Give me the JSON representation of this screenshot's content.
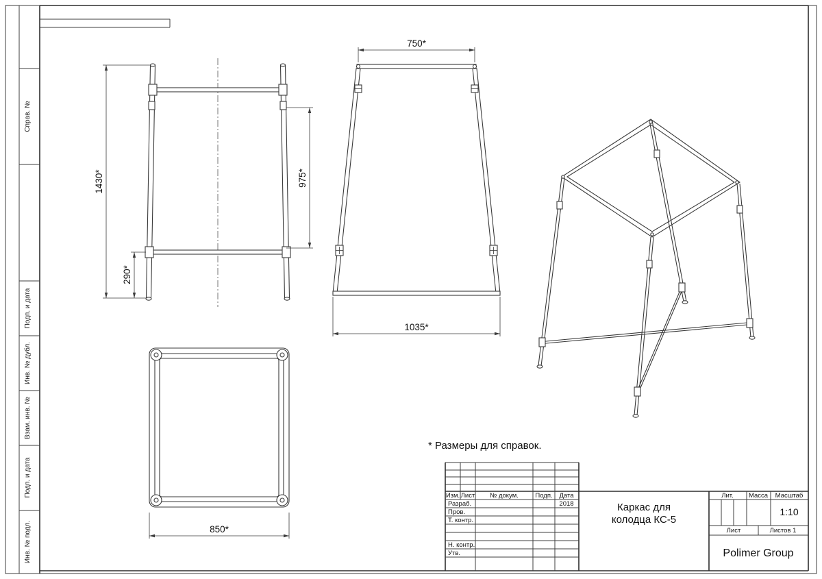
{
  "sheet": {
    "side_columns": [
      {
        "label": "Справ. №"
      },
      {
        "label": "Подп. и дата"
      },
      {
        "label": "Инв. № дубл."
      },
      {
        "label": "Взам. инв. №"
      },
      {
        "label": "Подп. и дата"
      },
      {
        "label": "Инв. № подл."
      }
    ],
    "note": "* Размеры для справок."
  },
  "views": {
    "front": {
      "dim_total_height": "1430*",
      "dim_lower": "290*",
      "dim_leg": "975*"
    },
    "side": {
      "dim_top_width": "750*",
      "dim_bottom_width": "1035*"
    },
    "top": {
      "dim_width": "850*"
    }
  },
  "title_block": {
    "header_cols": {
      "izm": "Изм.",
      "list": "Лист",
      "dokum": "№ докум.",
      "podp": "Подп.",
      "data": "Дата"
    },
    "roles": {
      "razrab": "Разраб.",
      "prov": "Пров.",
      "t_kontr": "Т. контр.",
      "n_kontr": "Н. контр.",
      "utv": "Утв."
    },
    "date": "2018",
    "doc_title_line1": "Каркас для",
    "doc_title_line2": "колодца КС-5",
    "lit_label": "Лит.",
    "mass_label": "Масса",
    "scale_label": "Масштаб",
    "scale_value": "1:10",
    "sheet_label": "Лист",
    "sheets_label": "Листов 1",
    "company": "Polimer Group"
  }
}
